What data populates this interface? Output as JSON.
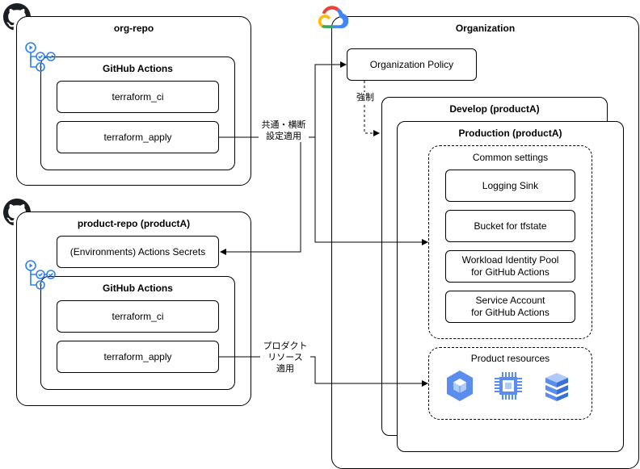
{
  "org_repo": {
    "title": "org-repo",
    "actions_title": "GitHub Actions",
    "ci": "terraform_ci",
    "apply": "terraform_apply"
  },
  "product_repo": {
    "title": "product-repo (productA)",
    "secrets": "(Environments) Actions Secrets",
    "actions_title": "GitHub Actions",
    "ci": "terraform_ci",
    "apply": "terraform_apply"
  },
  "gcp": {
    "organization_title": "Organization",
    "policy": "Organization Policy",
    "develop_title": "Develop (productA)",
    "production_title": "Production (productA)",
    "common": {
      "title": "Common settings",
      "items": [
        [
          "Logging Sink"
        ],
        [
          "Bucket for tfstate"
        ],
        [
          "Workload Identity Pool",
          "for GitHub Actions"
        ],
        [
          "Service Account",
          "for GitHub Actions"
        ]
      ]
    },
    "product_resources_title": "Product resources"
  },
  "edges": {
    "common_apply": [
      "共通・横断",
      "設定適用"
    ],
    "enforce": "強制",
    "product_apply": [
      "プロダクト",
      "リソース",
      "適用"
    ]
  },
  "icons": {
    "github": "github-octocat-icon",
    "actions": "github-actions-workflow-icon",
    "gcp": "google-cloud-logo-icon",
    "resources": [
      "cube-hexagon-icon",
      "compute-chip-icon",
      "storage-layers-hexagon-icon"
    ]
  },
  "colors": {
    "gcp_blue": "#4285f4",
    "gcp_red": "#ea4335",
    "gcp_yellow": "#fbbc04",
    "gcp_green": "#34a853",
    "actions_blue": "#2f80ed",
    "resource_blue": "#5b8def"
  }
}
